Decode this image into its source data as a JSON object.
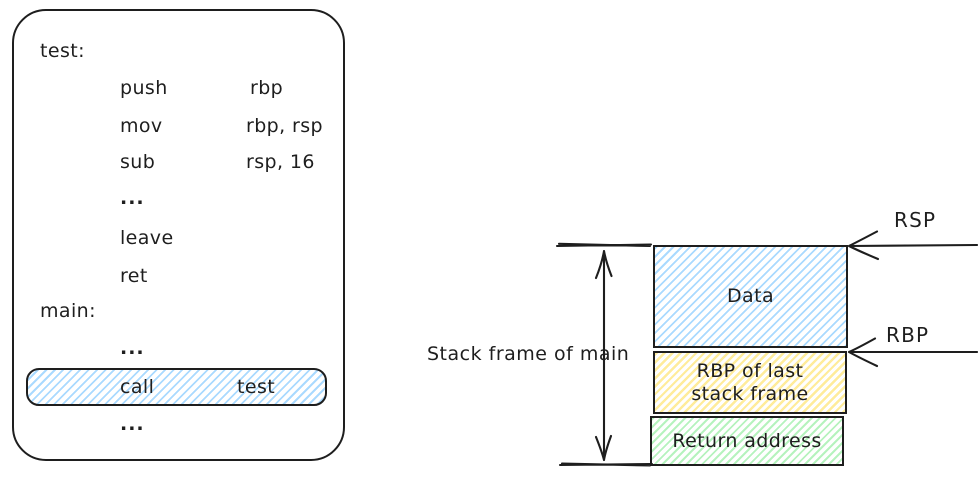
{
  "code_panel": {
    "test_label": "test:",
    "main_label": "main:",
    "test_instructions": [
      {
        "mnemonic": "push",
        "operands": "rbp"
      },
      {
        "mnemonic": "mov",
        "operands": "rbp, rsp"
      },
      {
        "mnemonic": "sub",
        "operands": "rsp, 16"
      },
      {
        "mnemonic": "...",
        "operands": ""
      },
      {
        "mnemonic": "leave",
        "operands": ""
      },
      {
        "mnemonic": "ret",
        "operands": ""
      }
    ],
    "main_instructions": [
      {
        "mnemonic": "...",
        "operands": "",
        "highlighted": false
      },
      {
        "mnemonic": "call",
        "operands": "test",
        "highlighted": true
      },
      {
        "mnemonic": "...",
        "operands": "",
        "highlighted": false
      }
    ]
  },
  "stack_diagram": {
    "frame_label": "Stack frame of main",
    "rsp_label": "RSP",
    "rbp_label": "RBP",
    "boxes": [
      {
        "name": "data",
        "label": "Data",
        "fill": "#a5d8ff"
      },
      {
        "name": "saved-rbp",
        "label": "RBP of last stack frame",
        "label_lines": [
          "RBP of last",
          "stack frame"
        ],
        "fill": "#ffec99"
      },
      {
        "name": "return-address",
        "label": "Return address",
        "fill": "#b2f2bb"
      }
    ]
  },
  "colors": {
    "stroke": "#1e1e1e",
    "background": "#ffffff",
    "highlight_blue": "#a5d8ff",
    "yellow": "#ffec99",
    "green": "#b2f2bb"
  }
}
